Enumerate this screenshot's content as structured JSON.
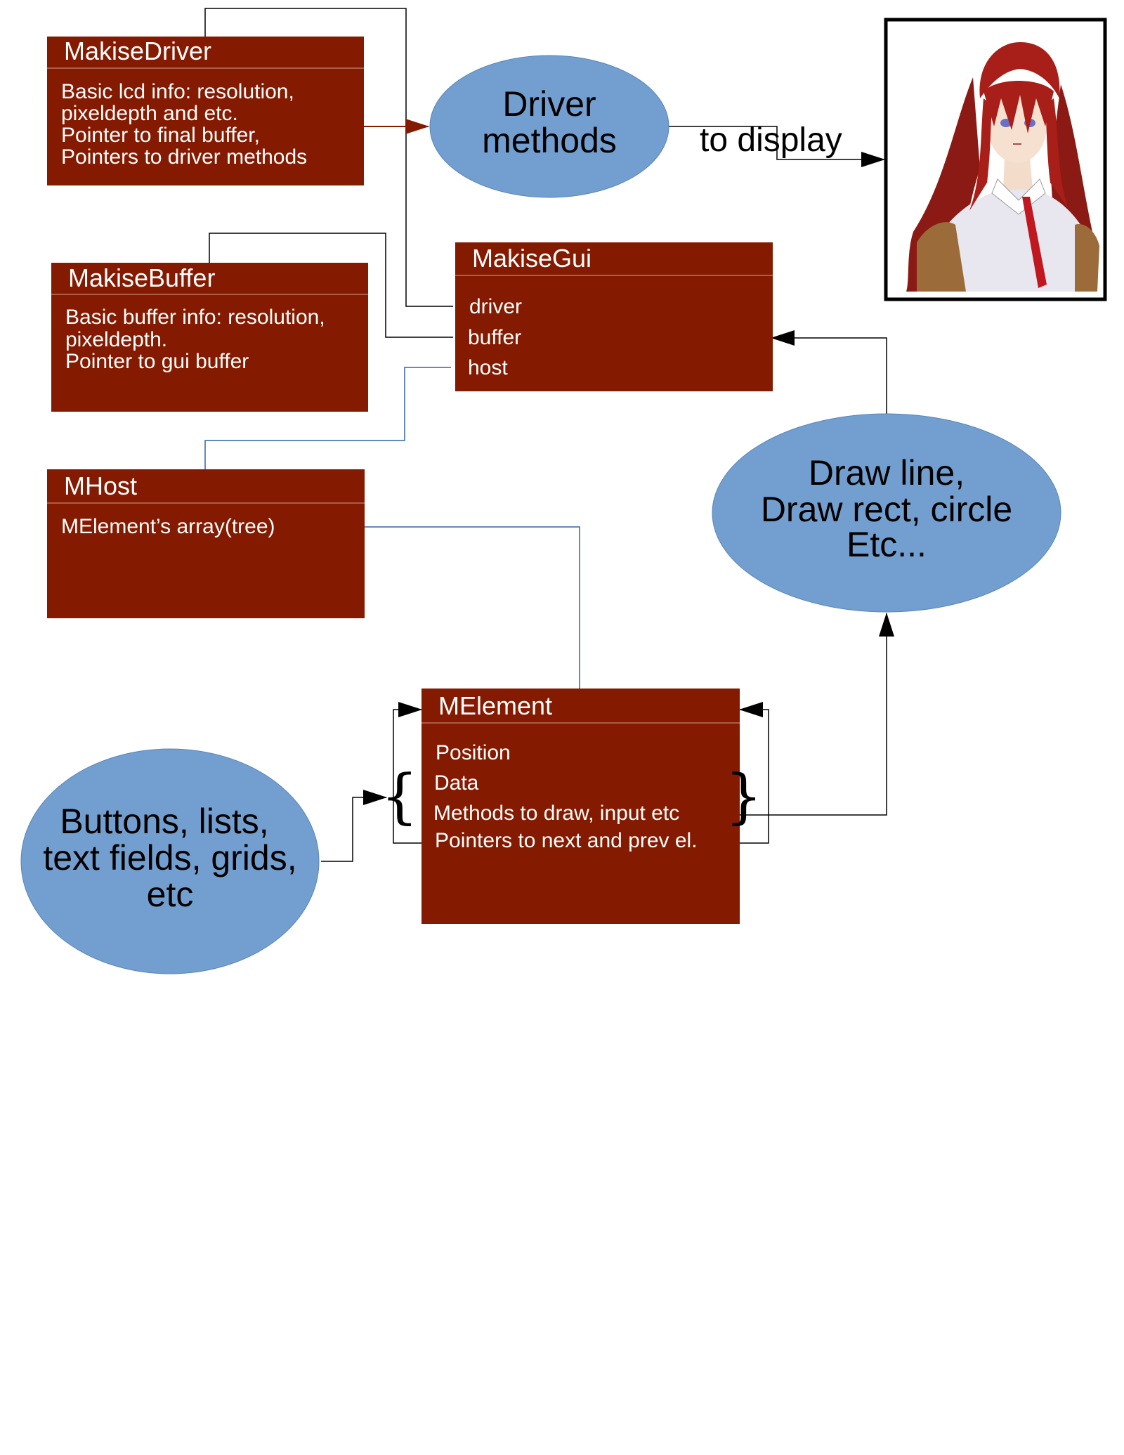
{
  "colors": {
    "box_fill": "#841a00",
    "ellipse_fill": "#729fcf",
    "connector_dark": "#000000",
    "connector_blue": "#3465a4",
    "connector_red": "#841a00"
  },
  "boxes": {
    "makise_driver": {
      "title": "MakiseDriver",
      "lines": [
        "Basic lcd info: resolution,",
        "pixeldepth and etc.",
        "Pointer to final buffer,",
        "Pointers to driver methods"
      ]
    },
    "makise_buffer": {
      "title": "MakiseBuffer",
      "lines": [
        "Basic buffer info: resolution,",
        "pixeldepth.",
        "Pointer to gui buffer"
      ]
    },
    "makise_gui": {
      "title": "MakiseGui",
      "fields": [
        "driver",
        "buffer",
        "host"
      ]
    },
    "mhost": {
      "title": "MHost",
      "lines": [
        "MElement’s array(tree)"
      ]
    },
    "melement": {
      "title": "MElement",
      "lines": [
        "Position",
        "Data",
        "Methods to draw, input etc",
        "Pointers to next and prev el."
      ]
    }
  },
  "ellipses": {
    "driver_methods": [
      "Driver",
      "methods"
    ],
    "draw_ops": [
      "Draw line,",
      "Draw rect, circle",
      "Etc..."
    ],
    "widgets": [
      "Buttons, lists,",
      "text fields, grids,",
      "etc"
    ]
  },
  "labels": {
    "to_display": "to display"
  },
  "display": {
    "image": "anime-character-portrait",
    "border_color": "#000000"
  }
}
